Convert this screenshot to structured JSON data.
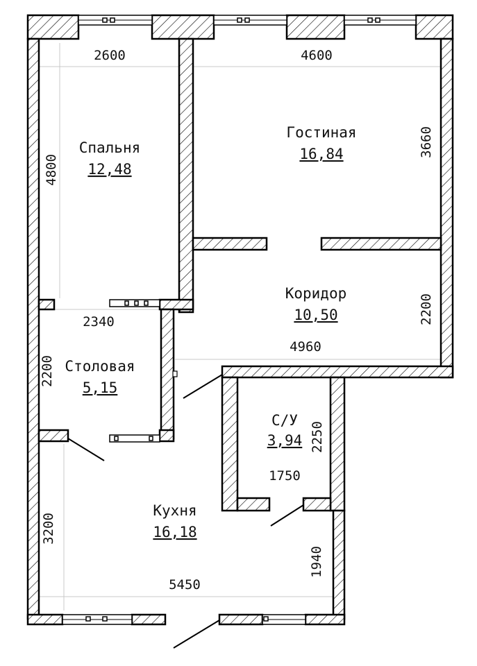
{
  "rooms": {
    "bedroom": {
      "name": "Спальня",
      "area": "12,48"
    },
    "living": {
      "name": "Гостиная",
      "area": "16,84"
    },
    "corridor": {
      "name": "Коридор",
      "area": "10,50"
    },
    "dining": {
      "name": "Столовая",
      "area": "5,15"
    },
    "bathroom": {
      "name": "С/У",
      "area": "3,94"
    },
    "kitchen": {
      "name": "Кухня",
      "area": "16,18"
    }
  },
  "dimensions": {
    "bedroom_width": "2600",
    "living_width": "4600",
    "living_height": "3660",
    "bedroom_height": "4800",
    "dining_width": "2340",
    "corridor_height": "2200",
    "corridor_width": "4960",
    "dining_height": "2200",
    "bathroom_height": "2250",
    "bathroom_width": "1750",
    "kitchen_height": "3200",
    "kitchen_side": "1940",
    "kitchen_width": "5450"
  },
  "colors": {
    "wall": "#000000",
    "background": "#ffffff"
  }
}
